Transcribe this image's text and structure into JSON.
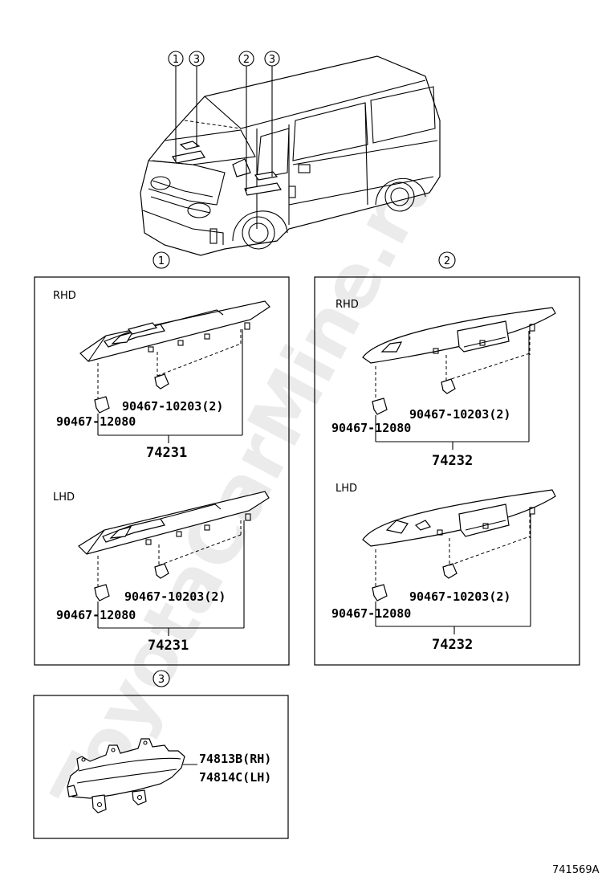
{
  "callouts": {
    "c1": "1",
    "c2": "2",
    "c3": "3"
  },
  "panel1": {
    "rhd": {
      "tag": "RHD",
      "clip_small": "90467-10203(2)",
      "clip_large": "90467-12080",
      "part": "74231"
    },
    "lhd": {
      "tag": "LHD",
      "clip_small": "90467-10203(2)",
      "clip_large": "90467-12080",
      "part": "74231"
    }
  },
  "panel2": {
    "rhd": {
      "tag": "RHD",
      "clip_small": "90467-10203(2)",
      "clip_large": "90467-12080",
      "part": "74232"
    },
    "lhd": {
      "tag": "LHD",
      "clip_small": "90467-10203(2)",
      "clip_large": "90467-12080",
      "part": "74232"
    }
  },
  "panel3": {
    "part_rh": "74813B(RH)",
    "part_lh": "74814C(LH)"
  },
  "watermark": "ToyotaCarMine.ru",
  "figure_code": "741569A"
}
